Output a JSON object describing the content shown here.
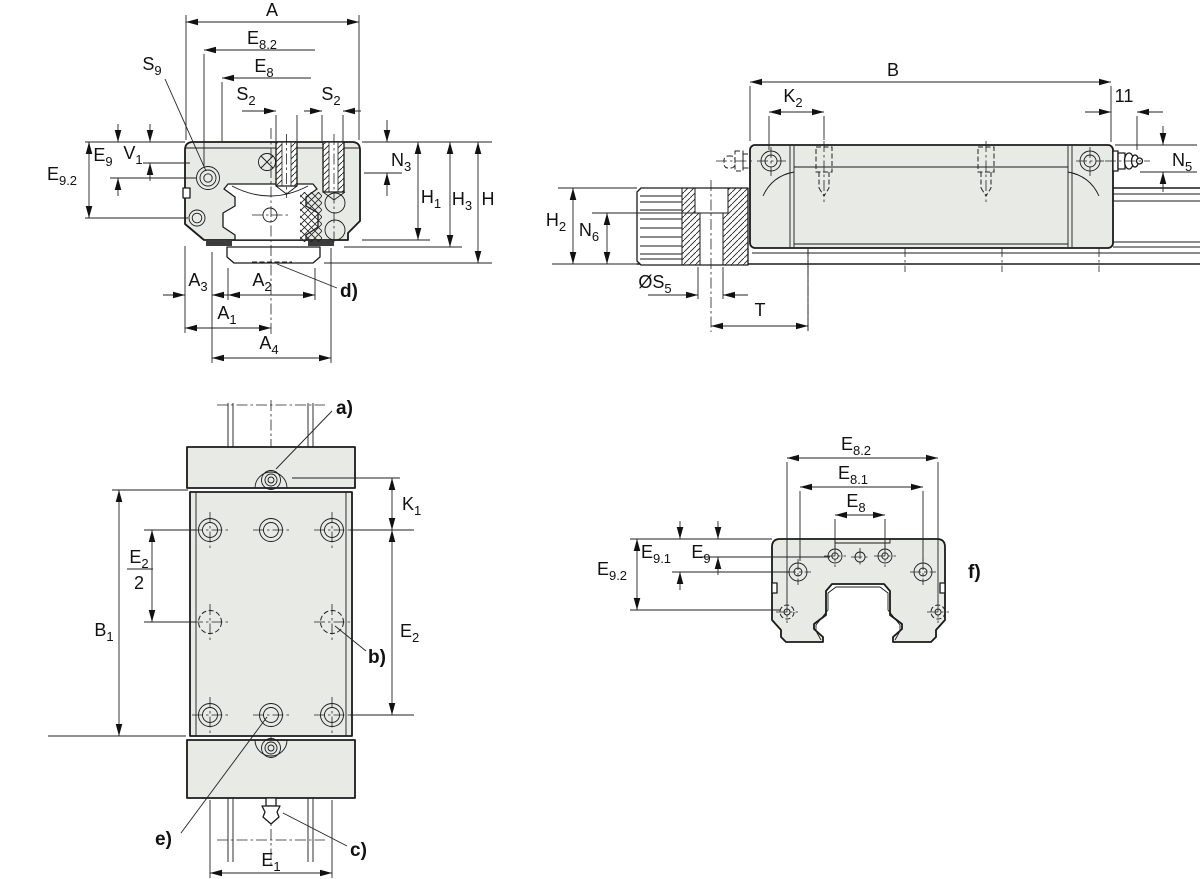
{
  "title": "linear-guide-carriage-dimension-drawing",
  "colors": {
    "body_fill": "#e8eae5",
    "line": "#1a1a1a",
    "dim": "#222222",
    "white": "#ffffff"
  },
  "front": {
    "A": {
      "main": "A"
    },
    "E8_2": {
      "main": "E",
      "sub": "8.2"
    },
    "E8": {
      "main": "E",
      "sub": "8"
    },
    "S2_left": {
      "main": "S",
      "sub": "2"
    },
    "S2_right": {
      "main": "S",
      "sub": "2"
    },
    "S9": {
      "main": "S",
      "sub": "9"
    },
    "V1": {
      "main": "V",
      "sub": "1"
    },
    "E9": {
      "main": "E",
      "sub": "9"
    },
    "E9_2": {
      "main": "E",
      "sub": "9.2"
    },
    "N3": {
      "main": "N",
      "sub": "3"
    },
    "H1": {
      "main": "H",
      "sub": "1"
    },
    "H3": {
      "main": "H",
      "sub": "3"
    },
    "H": {
      "main": "H"
    },
    "A3": {
      "main": "A",
      "sub": "3"
    },
    "A2": {
      "main": "A",
      "sub": "2"
    },
    "A1": {
      "main": "A",
      "sub": "1"
    },
    "A4": {
      "main": "A",
      "sub": "4"
    },
    "d": {
      "main": "d)"
    }
  },
  "side": {
    "B": {
      "main": "B"
    },
    "K2": {
      "main": "K",
      "sub": "2"
    },
    "dim11": {
      "main": "11"
    },
    "N5": {
      "main": "N",
      "sub": "5"
    },
    "H2": {
      "main": "H",
      "sub": "2"
    },
    "N6": {
      "main": "N",
      "sub": "6"
    },
    "S5": {
      "main": "ØS",
      "sub": "5"
    },
    "T": {
      "main": "T"
    }
  },
  "plan": {
    "a": {
      "main": "a)"
    },
    "K1": {
      "main": "K",
      "sub": "1"
    },
    "E2_half_num": {
      "main": "E",
      "sub": "2"
    },
    "E2_half_den": {
      "main": "2"
    },
    "B1": {
      "main": "B",
      "sub": "1"
    },
    "E2": {
      "main": "E",
      "sub": "2"
    },
    "b": {
      "main": "b)"
    },
    "e": {
      "main": "e)"
    },
    "c": {
      "main": "c)"
    },
    "E1": {
      "main": "E",
      "sub": "1"
    }
  },
  "end": {
    "E8_2": {
      "main": "E",
      "sub": "8.2"
    },
    "E8_1": {
      "main": "E",
      "sub": "8.1"
    },
    "E8": {
      "main": "E",
      "sub": "8"
    },
    "E9": {
      "main": "E",
      "sub": "9"
    },
    "E9_1": {
      "main": "E",
      "sub": "9.1"
    },
    "E9_2": {
      "main": "E",
      "sub": "9.2"
    },
    "f": {
      "main": "f)"
    }
  }
}
